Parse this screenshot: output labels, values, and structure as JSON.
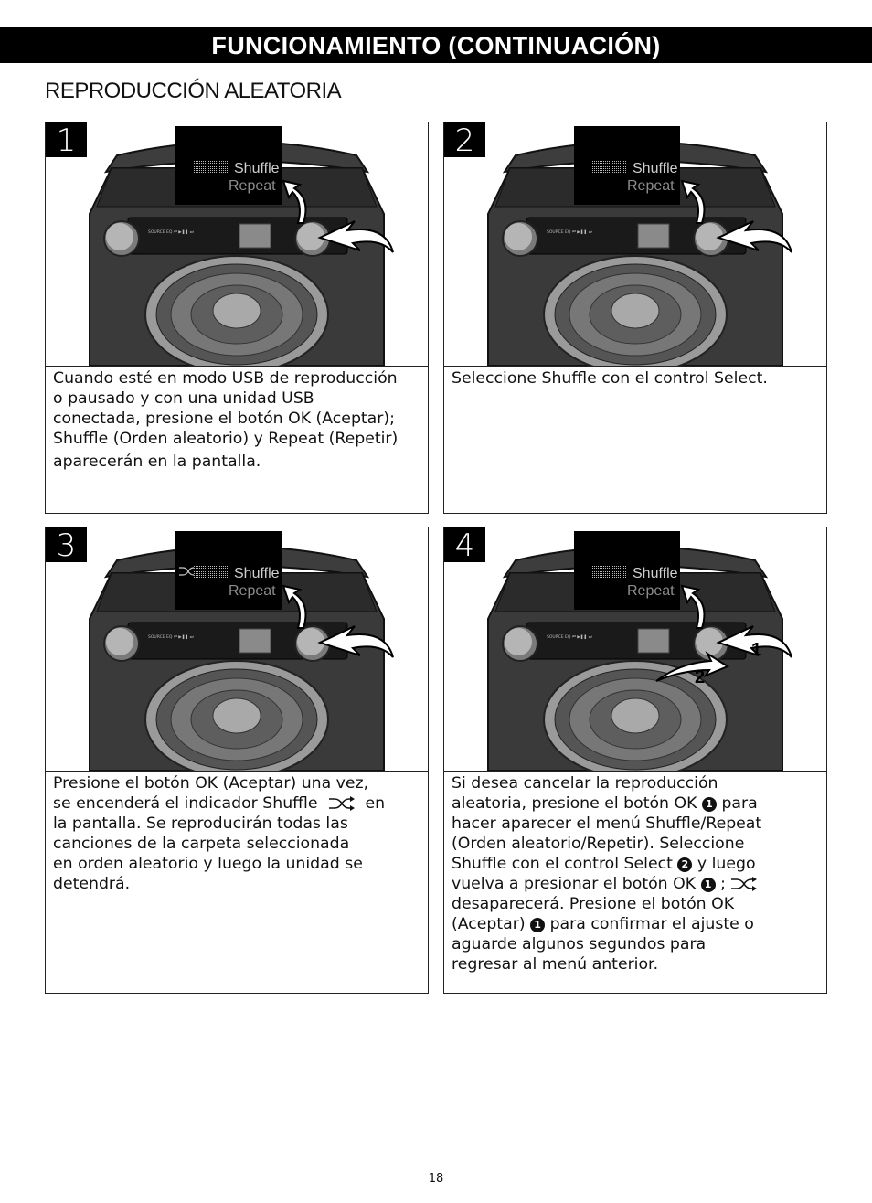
{
  "header": {
    "title": "FUNCIONAMIENTO (CONTINUACIÓN)"
  },
  "section": {
    "title": "REPRODUCCIÓN ALEATORIA"
  },
  "device": {
    "display_line1": "Shuffle",
    "display_line2": "Repeat",
    "panel_labels": [
      "SOURCE",
      "EQ",
      "⏮",
      "▶❚❚",
      "⏭"
    ]
  },
  "steps": [
    {
      "number": "1",
      "lines": [
        "Cuando esté en modo USB de reproducción",
        "o pausado y con una unidad USB",
        "conectada, presione el botón OK (Aceptar);",
        "Shuffle (Orden aleatorio) y Repeat (Repetir)",
        "aparecerán en la pantalla."
      ]
    },
    {
      "number": "2",
      "lines": [
        "Seleccione Shuffle con el control Select."
      ]
    },
    {
      "number": "3",
      "lines": [
        "Presione el botón OK (Aceptar) una vez,",
        "se encenderá el indicador Shuffle",
        "en",
        "la pantalla. Se reproducirán todas las",
        "canciones de la carpeta seleccionada",
        "en orden aleatorio y luego la unidad se",
        "detendrá."
      ]
    },
    {
      "number": "4",
      "callout_1": "1",
      "callout_2": "2",
      "segments": [
        "Si desea cancelar la reproducción",
        "aleatoria, presione el botón OK",
        "1",
        "para",
        "hacer aparecer el menú Shuffle/Repeat",
        "(Orden aleatorio/Repetir). Seleccione",
        "Shuffle con el control Select",
        "2",
        "y luego",
        "vuelva a presionar el botón OK",
        "1",
        ";",
        "desaparecerá. Presione el botón OK",
        "(Aceptar)",
        "1",
        "para confirmar el ajuste o",
        "aguarde algunos segundos para",
        "regresar al menú anterior."
      ]
    }
  ],
  "page_number": "18"
}
